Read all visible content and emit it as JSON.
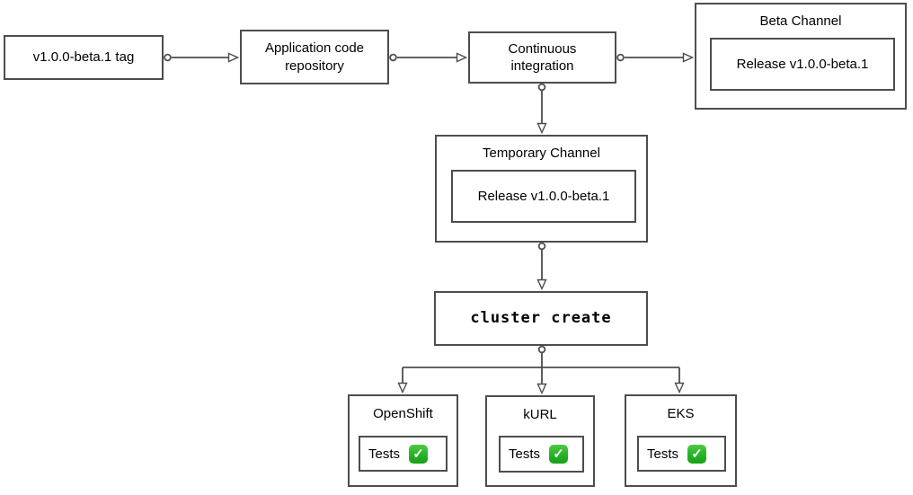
{
  "diagram": {
    "description": "Release pipeline flowchart",
    "colors": {
      "stroke": "#4d4d4d",
      "check_green": "#2db52d",
      "background": "#ffffff",
      "text": "#000000"
    },
    "nodes": {
      "tag": {
        "label": "v1.0.0-beta.1 tag"
      },
      "repo": {
        "label": "Application code repository"
      },
      "ci": {
        "label": "Continuous integration"
      },
      "beta_channel": {
        "title": "Beta Channel",
        "release_label": "Release v1.0.0-beta.1"
      },
      "temp_channel": {
        "title": "Temporary Channel",
        "release_label": "Release v1.0.0-beta.1"
      },
      "cluster_create": {
        "label": "cluster create"
      },
      "clusters": [
        {
          "title": "OpenShift",
          "tests_label": "Tests",
          "status_icon": "check-mark-green",
          "check_glyph": "✓"
        },
        {
          "title": "kURL",
          "tests_label": "Tests",
          "status_icon": "check-mark-green",
          "check_glyph": "✓"
        },
        {
          "title": "EKS",
          "tests_label": "Tests",
          "status_icon": "check-mark-green",
          "check_glyph": "✓"
        }
      ]
    }
  }
}
